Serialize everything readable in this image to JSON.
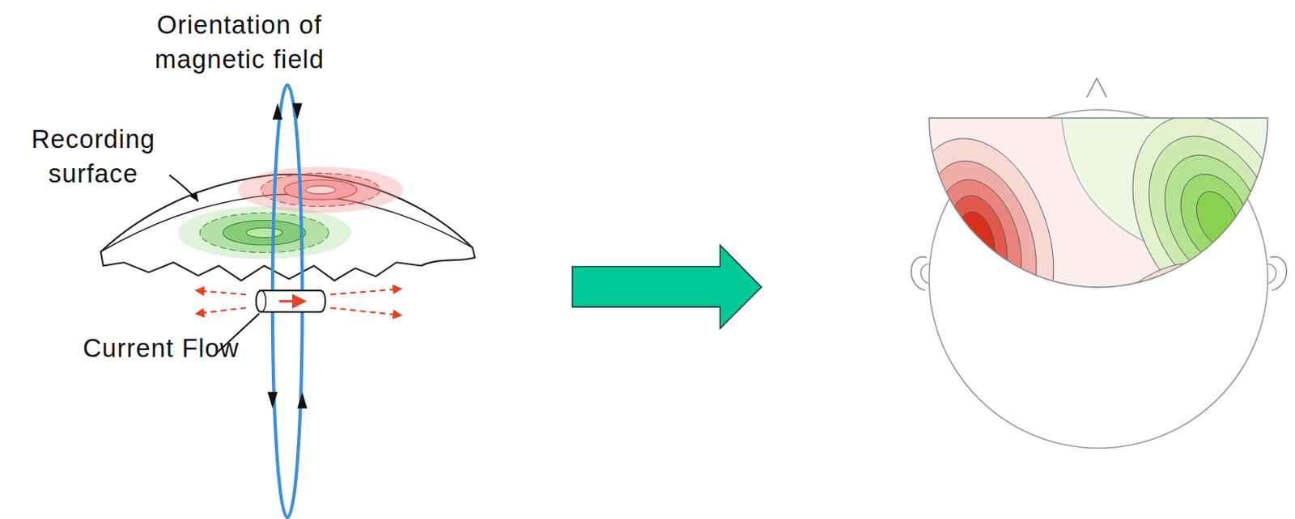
{
  "diagram": {
    "labels": [
      "Orientation of magnetic field",
      "Recording surface",
      "Current Flow"
    ]
  }
}
